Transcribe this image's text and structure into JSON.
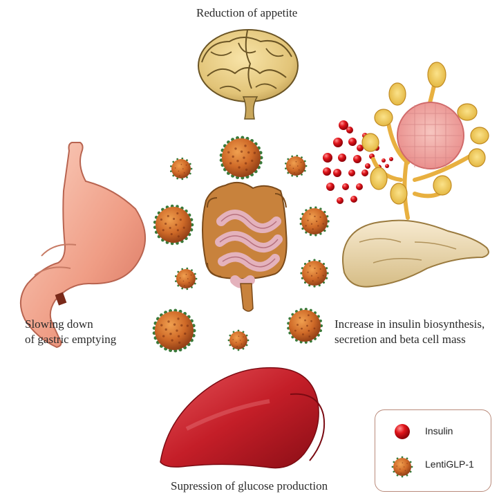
{
  "labels": {
    "appetite": "Reduction of appetite",
    "gastric_line1": "Slowing down",
    "gastric_line2": "of gastric emptying",
    "insulin_line1": "Increase in insulin biosynthesis,",
    "insulin_line2": "secretion and beta cell mass",
    "glucose": "Supression of glucose production"
  },
  "legend": {
    "insulin": "Insulin",
    "lentiglp1": "LentiGLP-1"
  },
  "colors": {
    "insulin_dot": "#e0141a",
    "virus_body": "#c8642a",
    "virus_spike": "#3a7a3a",
    "stomach": "#f0a48c",
    "liver": "#c8242c",
    "brain": "#e8cf88",
    "pancreas": "#efdcae",
    "islet": "#f2a0a0",
    "intestine": "#e6b0b8",
    "legend_border": "#b98a7a"
  },
  "icons": [
    "brain-icon",
    "stomach-icon",
    "intestines-icon",
    "pancreas-icon",
    "liver-icon",
    "islet-cell-icon",
    "virus-icon",
    "insulin-droplet-icon"
  ]
}
